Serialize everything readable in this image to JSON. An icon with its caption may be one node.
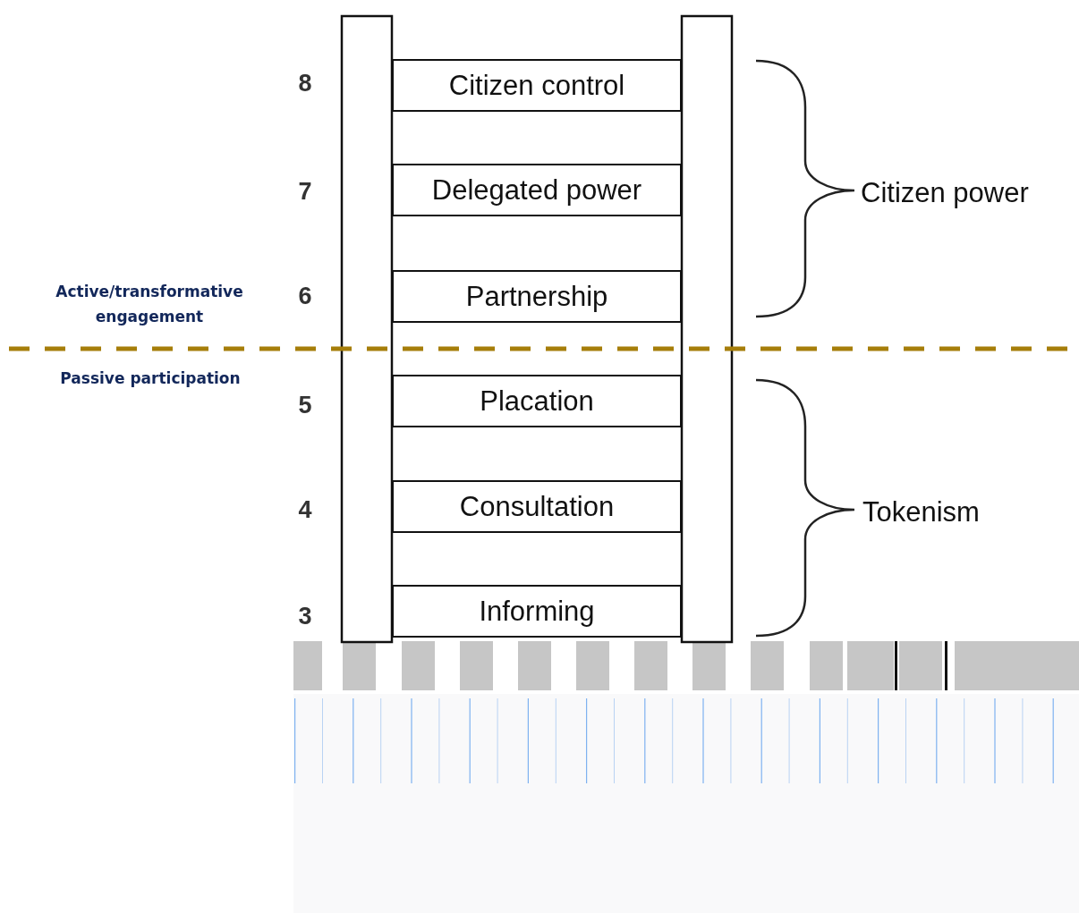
{
  "diagram": {
    "nodes": [
      {
        "text": [
          "Citizen control"
        ]
      },
      {
        "text": [
          "Delegated power"
        ]
      },
      {
        "text": [
          "Partnership"
        ]
      },
      {
        "text": [
          "Placation"
        ]
      },
      {
        "text": [
          "Consultation"
        ]
      },
      {
        "text": [
          "Informing"
        ]
      }
    ],
    "labels": [
      "8",
      "7",
      "Citizen power",
      "Active/transformative engagement",
      "6",
      "Passive participation",
      "5",
      "4",
      "Tokenism",
      "3"
    ]
  }
}
